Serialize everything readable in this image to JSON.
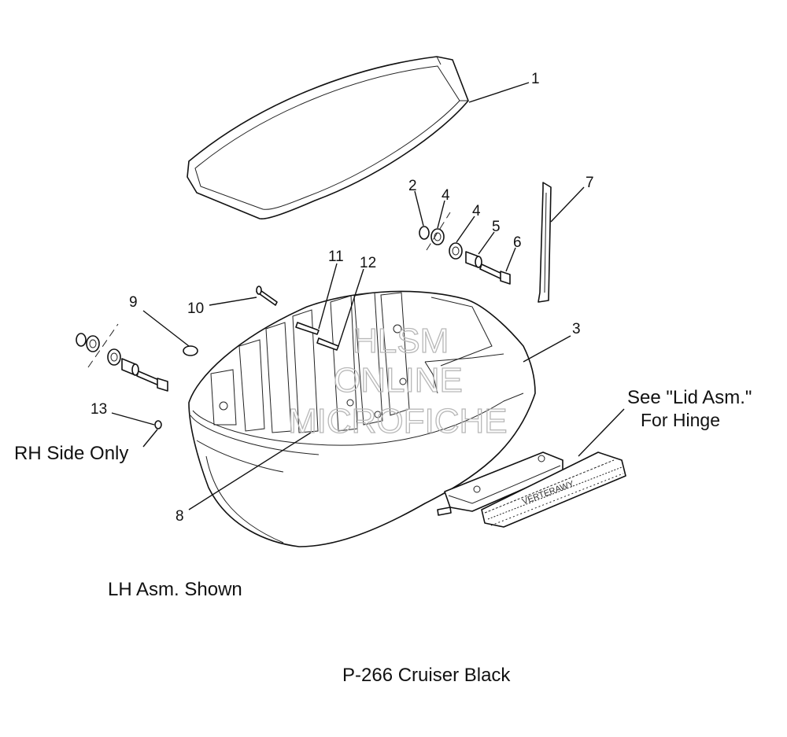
{
  "callouts": [
    "1",
    "2",
    "4",
    "4",
    "5",
    "6",
    "7",
    "3",
    "11",
    "12",
    "9",
    "10",
    "13",
    "8"
  ],
  "notes": {
    "rh_side_only": "RH Side Only",
    "see_lid_1": "See \"Lid Asm.\"",
    "see_lid_2": "For Hinge",
    "lh_shown": "LH Asm. Shown",
    "page_ref": "P-266  Cruiser Black"
  },
  "watermark": [
    "HLSM",
    "ONLINE",
    "MICROFICHE"
  ]
}
